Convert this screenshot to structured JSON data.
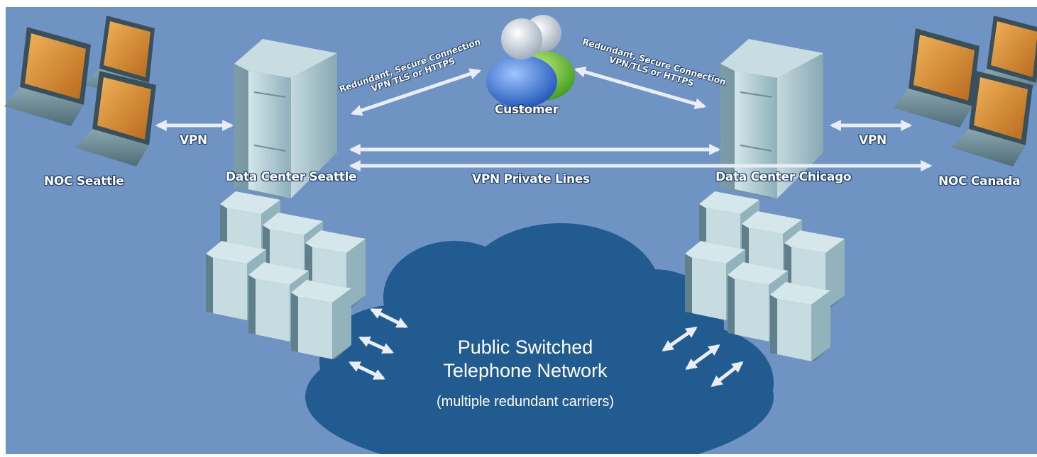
{
  "colors": {
    "background": "#6f93c3",
    "cloud": "#215b8f",
    "server": "#a9c6cf",
    "arrow": "#e9eef6"
  },
  "nodes": {
    "noc_seattle": "NOC Seattle",
    "dc_seattle": "Data Center Seattle",
    "customer": "Customer",
    "dc_chicago": "Data Center Chicago",
    "noc_canada": "NOC Canada"
  },
  "links": {
    "vpn_left": "VPN",
    "vpn_right": "VPN",
    "private_lines": "VPN Private Lines",
    "secure_left": {
      "line1": "Redundant, Secure Connection",
      "line2": "VPN/TLS or HTTPS"
    },
    "secure_right": {
      "line1": "Redundant, Secure Connection",
      "line2": "VPN/TLS or HTTPS"
    }
  },
  "cloud": {
    "line1": "Public Switched",
    "line2": "Telephone Network",
    "line3": "(multiple redundant carriers)"
  }
}
